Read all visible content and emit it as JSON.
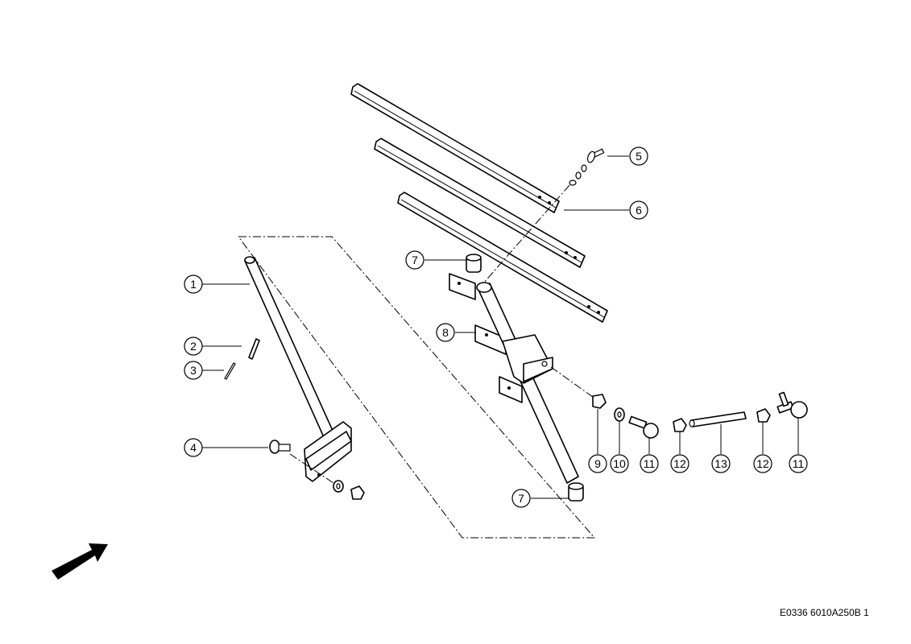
{
  "diagram": {
    "callouts": [
      {
        "id": "c1",
        "label": "1"
      },
      {
        "id": "c2",
        "label": "2"
      },
      {
        "id": "c3",
        "label": "3"
      },
      {
        "id": "c4",
        "label": "4"
      },
      {
        "id": "c5",
        "label": "5"
      },
      {
        "id": "c6",
        "label": "6"
      },
      {
        "id": "c7a",
        "label": "7"
      },
      {
        "id": "c7b",
        "label": "7"
      },
      {
        "id": "c8",
        "label": "8"
      },
      {
        "id": "c9",
        "label": "9"
      },
      {
        "id": "c10",
        "label": "10"
      },
      {
        "id": "c11a",
        "label": "11"
      },
      {
        "id": "c12a",
        "label": "12"
      },
      {
        "id": "c13",
        "label": "13"
      },
      {
        "id": "c12b",
        "label": "12"
      },
      {
        "id": "c11b",
        "label": "11"
      }
    ],
    "document_ref": "E0336 6010A250B 1",
    "direction_arrow_icon": "direction-arrow-icon"
  }
}
